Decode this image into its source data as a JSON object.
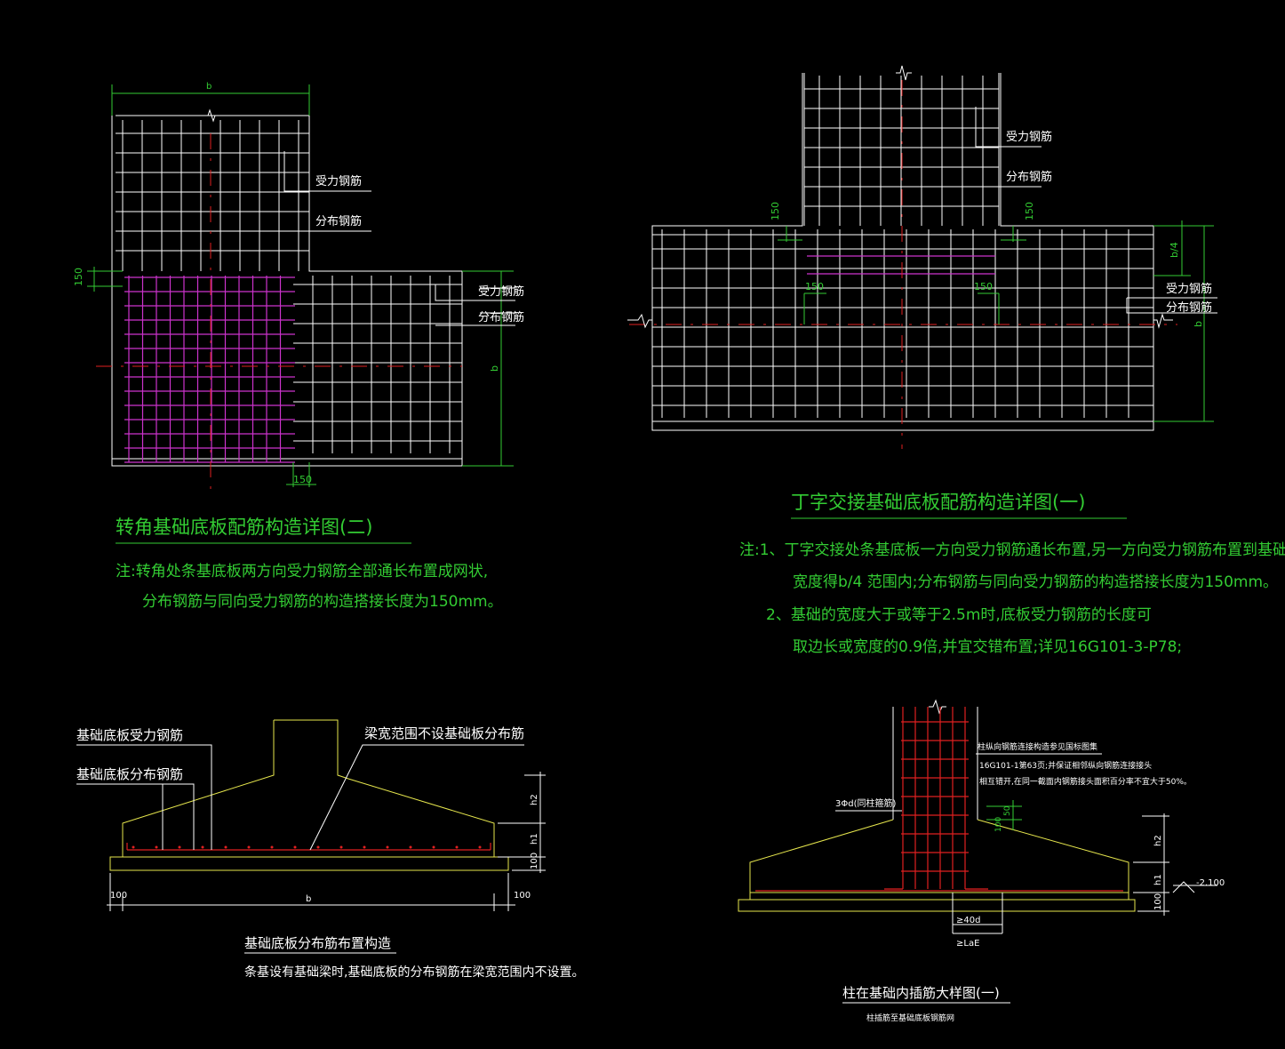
{
  "diagrams": {
    "corner": {
      "title": "转角基础底板配筋构造详图(二)",
      "note_line1": "注:转角处条基底板两方向受力钢筋全部通长布置成网状,",
      "note_line2": "分布钢筋与同向受力钢筋的构造搭接长度为150mm。",
      "label_main_bar_1": "受力钢筋",
      "label_dist_bar_1": "分布钢筋",
      "label_main_bar_2": "受力钢筋",
      "label_dist_bar_2": "分布钢筋",
      "dim_b_top": "b",
      "dim_b_right": "b",
      "dim_150_left": "150",
      "dim_150_bottom": "150"
    },
    "tee": {
      "title": "丁字交接基础底板配筋构造详图(一)",
      "note_line1": "注:1、丁字交接处条基底板一方向受力钢筋通长布置,另一方向受力钢筋布置到基础",
      "note_line2": "宽度得b/4 范围内;分布钢筋与同向受力钢筋的构造搭接长度为150mm。",
      "note_line3": "2、基础的宽度大于或等于2.5m时,底板受力钢筋的长度可",
      "note_line4": "取边长或宽度的0.9倍,并宜交错布置;详见16G101-3-P78;",
      "label_main_bar_1": "受力钢筋",
      "label_dist_bar_1": "分布钢筋",
      "label_main_bar_2": "受力钢筋",
      "label_dist_bar_2": "分布钢筋",
      "dim_150_a": "150",
      "dim_150_b": "150",
      "dim_150_c": "150",
      "dim_150_d": "150",
      "dim_b4": "b/4",
      "dim_b": "b"
    },
    "section": {
      "title": "基础底板分布筋布置构造",
      "note": "条基设有基础梁时,基础底板的分布钢筋在梁宽范围内不设置。",
      "label_main_bar": "基础底板受力钢筋",
      "label_dist_bar": "基础底板分布钢筋",
      "label_no_dist": "梁宽范围不设基础板分布筋",
      "dim_h2": "h2",
      "dim_h1": "h1",
      "dim_100": "100",
      "dim_100_left": "100",
      "dim_100_right": "100",
      "dim_b": "b"
    },
    "column": {
      "title": "柱在基础内插筋大样图(一)",
      "subtitle": "柱插筋至基础底板钢筋网",
      "note_line1": "柱纵向钢筋连接构造参见国标图集",
      "note_line2": "16G101-1第63页;并保证相邻纵向钢筋连接接头",
      "note_line3": "相互错开,在同一截面内钢筋接头面积百分率不宜大于50%。",
      "label_stirrup": "3Φd(同柱箍筋)",
      "dim_40d": "≥40d",
      "dim_lae": "≥LaE",
      "dim_h2": "h2",
      "dim_h1": "h1",
      "dim_100": "100",
      "dim_50": "50",
      "dim_100_small": "100",
      "elevation": "-2.100"
    }
  }
}
